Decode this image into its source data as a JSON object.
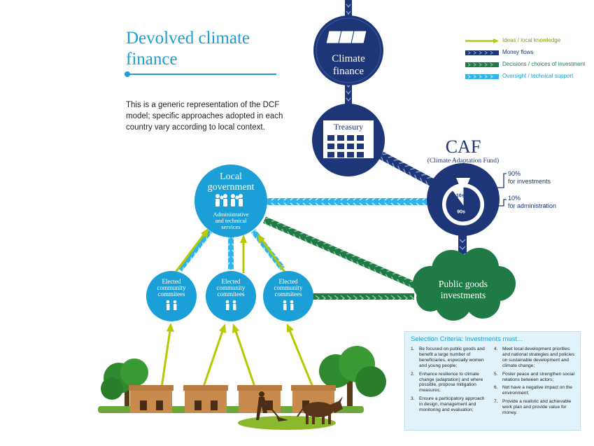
{
  "title": "Devolved climate finance",
  "intro": "This is a generic representation of the DCF model; specific approaches adopted in each country vary according to local context.",
  "legend": [
    {
      "label": "Ideas / local knowledge",
      "color": "#b5c900",
      "style": "solid"
    },
    {
      "label": "Money flows",
      "color": "#1c3678",
      "style": "chevron"
    },
    {
      "label": "Decisions / choices of investment",
      "color": "#1f7a46",
      "style": "chevron"
    },
    {
      "label": "Oversight / technical support",
      "color": "#2fb3e8",
      "style": "chevron"
    }
  ],
  "nodes": {
    "climate_finance": {
      "label_line1": "Climate",
      "label_line2": "finance",
      "icon": "money-bag-icon"
    },
    "treasury": {
      "label": "Treasury",
      "icon": "treasury-building-icon"
    },
    "caf": {
      "label": "CAF",
      "sublabel": "(Climate Adaptation Fund)",
      "icon": "money-bag-icon"
    },
    "local_government": {
      "label_line1": "Local",
      "label_line2": "government",
      "detail_line1": "Administrative",
      "detail_line2": "and technical",
      "detail_line3": "services",
      "icon": "people-group-icon"
    },
    "public_goods": {
      "label_line1": "Public goods",
      "label_line2": "investments"
    },
    "committees": [
      {
        "line1": "Elected",
        "line2": "community",
        "line3": "commitees"
      },
      {
        "line1": "Elected",
        "line2": "community",
        "line3": "commitees"
      },
      {
        "line1": "Elected",
        "line2": "community",
        "line3": "commitees"
      }
    ]
  },
  "caf_split": [
    {
      "share": "90%",
      "pie_label": "90s",
      "label": "for investments",
      "fraction": 0.9
    },
    {
      "share": "10%",
      "pie_label": "10s",
      "label": "for administration",
      "fraction": 0.1
    }
  ],
  "criteria": {
    "title": "Selection Criteria: Investments must...",
    "items": [
      {
        "n": "1.",
        "text": "Be focused on public goods and benefit a large number of beneficiaries, especially women and young people;"
      },
      {
        "n": "2.",
        "text": "Enhance resilience to climate change (adaptation) and where possible, propose mitigation measures;"
      },
      {
        "n": "3.",
        "text": "Ensure a participatory approach in design, management and monitoring and evaluation;"
      },
      {
        "n": "4.",
        "text": "Meet local development priorities and national strategies and policies on sustainable development and climate change;"
      },
      {
        "n": "5.",
        "text": "Foster peace and strengthen social relations between actors;"
      },
      {
        "n": "6.",
        "text": "Not have a negative impact on the environment;"
      },
      {
        "n": "7.",
        "text": "Provide a realistic and achievable work plan and provide value for money."
      }
    ]
  },
  "colors": {
    "light_blue": "#1aa0d6",
    "navy": "#1c3678",
    "green": "#1f7a46",
    "lime": "#b5c900",
    "criteria_bg": "#e2f2fa"
  }
}
